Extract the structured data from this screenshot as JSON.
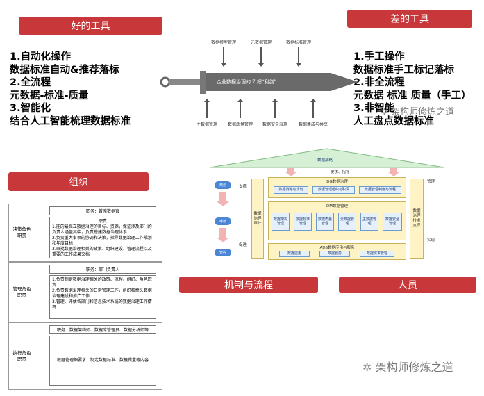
{
  "good_tools": {
    "header": "好的工具",
    "lines": [
      "1.自动化操作",
      "数据标准自动&推荐落标",
      "2.全流程",
      "元数据-标准-质量",
      "3.智能化",
      "结合人工智能梳理数据标准"
    ]
  },
  "bad_tools": {
    "header": "差的工具",
    "lines": [
      "1.手工操作",
      "数据标准手工标记落标",
      "2.非全流程",
      "元数据 标准 质量（手工）",
      "3.非智能",
      "人工盘点数据标准"
    ]
  },
  "sword": {
    "blade_text": "企业数据治理的 7 把“利剑”",
    "top_labels": [
      "数据模型管理",
      "元数据管理",
      "数据标准管理"
    ],
    "bottom_labels": [
      "主数据管理",
      "数据质量管理",
      "数据安全治理",
      "数据集成与共享"
    ]
  },
  "org": {
    "header": "组织",
    "decision": {
      "label": "决策角色职责",
      "duty": "职务：首席数据官",
      "box_title": "职责",
      "items": [
        "1.能的最高立数据治理的目标、资源，保证涉及部门的负责人涵盖其中，负责搭建数据治理体系",
        "2.负责重大事项的协调和决策，指导数据治理工作规划和年度目标",
        "3.审批数据治理相关的政策、组织建设、管理流程以及重要的工作成果文档"
      ]
    },
    "management": {
      "label": "管理角色职责",
      "duty": "职务：部门负责人",
      "items": [
        "1.负责制定数据治理相关的政策、流程、组织、角色职责",
        "2.负责数据治理相关的日常管理工作，组织和牵头数据治理建设和推广工作",
        "3.管理、评估各部门和信息技术系统的数据治理工作情况"
      ]
    },
    "execution": {
      "label": "执行角色职责",
      "duty": "职务：数据架构师、数据库管理员、数据分析师等",
      "items": [
        "根据管理细要求，制定数据标准、数据质量等内容"
      ]
    }
  },
  "mechanism": {
    "roof": "数据战略",
    "demand": "要求、指导",
    "left_ovals": [
      "规划",
      "审核",
      "管控"
    ],
    "support": "支撑",
    "loop": "促进",
    "left_col": "数据治理审计",
    "right_col": "数据治理技术支撑",
    "manage": "管理",
    "implement": "实现",
    "dg": {
      "title": "DG数据治理",
      "items": [
        "数据战略与规划",
        "数据管理组织与职责",
        "数据管理制度与流程"
      ]
    },
    "dm": {
      "title": "DM数据管理",
      "items": [
        "数据架构管理",
        "数据标准管理",
        "数据质量管理",
        "元数据管理",
        "主数据管理",
        "数据安全管理"
      ]
    },
    "ads": {
      "title": "ADS数据应用与服务",
      "items": [
        "数据应用",
        "数据服务",
        "数据需求管理"
      ]
    }
  },
  "bottom_headers": {
    "process": "机制与流程",
    "people": "人员"
  },
  "watermark": "架构师修炼之道"
}
